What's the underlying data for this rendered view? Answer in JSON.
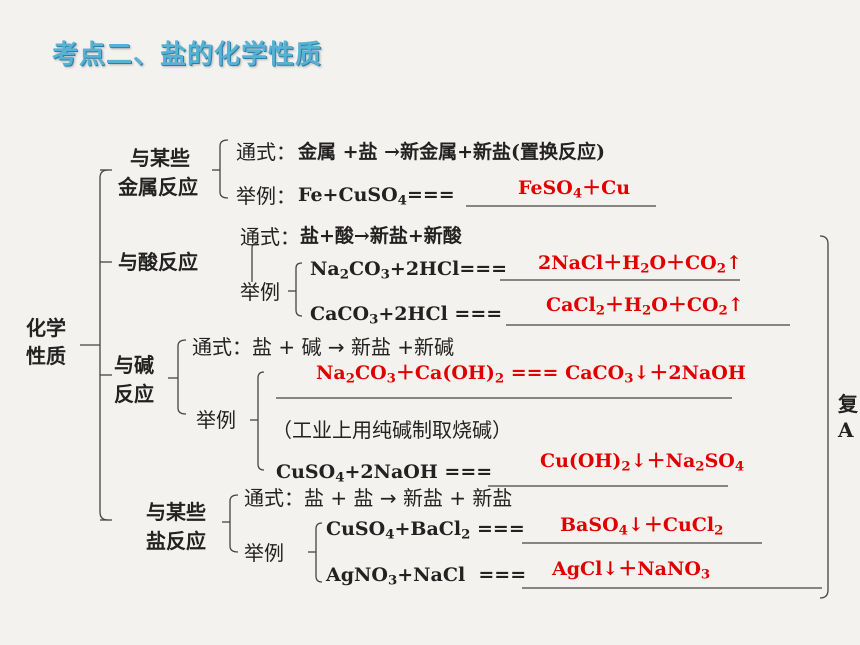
{
  "title": "考点二、盐的化学性质",
  "root_label": [
    "化学",
    "性质"
  ],
  "metal": {
    "label": [
      "与某些",
      "金属反应"
    ],
    "general_label": "通式：",
    "general": "金属 +盐 →新金属+新盐(置换反应)",
    "example_label": "举例：",
    "example_eq": "Fe+CuSO4===",
    "answer": "FeSO4＋Cu"
  },
  "acid": {
    "label": "与酸反应",
    "general_label": "通式：",
    "general": "盐+酸→新盐+新酸",
    "example_label": "举例",
    "eq1": "Na2CO3+2HCl===",
    "ans1": "2NaCl＋H2O＋CO2↑",
    "eq2": "CaCO3+2HCl ===",
    "ans2": "CaCl2＋H2O＋CO2↑"
  },
  "base": {
    "label": [
      "与碱",
      "反应"
    ],
    "general_label": "通式：",
    "general": "盐 + 碱 → 新盐 +新碱",
    "example_label": "举例",
    "ans1": "Na2CO3＋Ca(OH)2 === CaCO3↓＋2NaOH",
    "note": "（工业上用纯碱制取烧碱）",
    "eq2": "CuSO4+2NaOH ===",
    "ans2": "Cu(OH)2↓＋Na2SO4"
  },
  "salt": {
    "label": [
      "与某些",
      "盐反应"
    ],
    "general_label": "通式：",
    "general": "盐 + 盐 → 新盐 + 新盐",
    "example_label": "举例",
    "eq1": "CuSO4+BaCl2 ===",
    "ans1": "BaSO4↓＋CuCl2",
    "eq2": "AgNO3+NaCl  ===",
    "ans2": "AgCl↓＋NaNO3"
  },
  "side_cut": [
    "复",
    "A"
  ]
}
